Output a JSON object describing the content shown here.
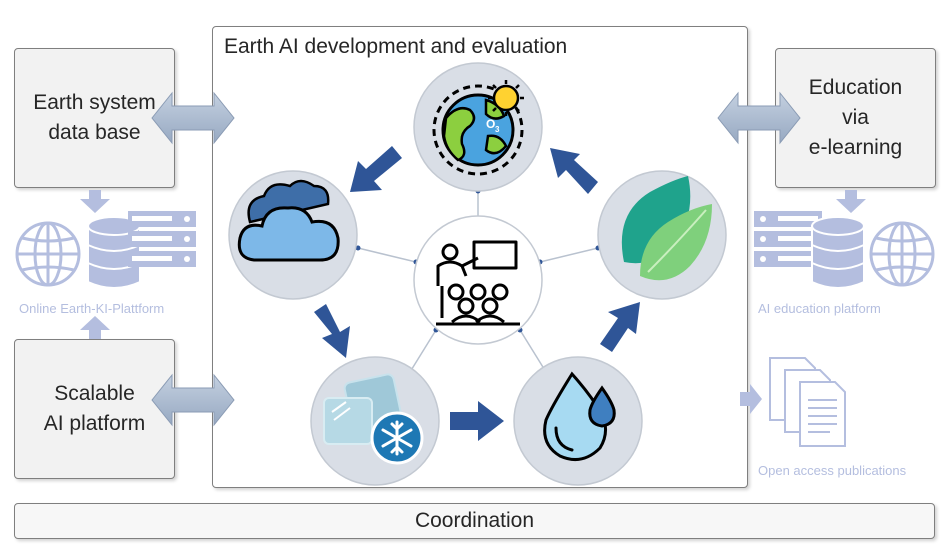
{
  "title": "Earth AI development and evaluation",
  "left": {
    "top_box": "Earth system\ndata base",
    "bottom_box": "Scalable\nAI platform",
    "platform_label": "Online Earth-KI-Plattform"
  },
  "right": {
    "top_box": "Education\nvia\ne-learning",
    "platform_label": "AI education platform",
    "publications_label": "Open access publications"
  },
  "footer": "Coordination",
  "colors": {
    "arrow_blue": "#2f5597",
    "circle_bg": "#d9dee6",
    "faded_blue": "#b4bedf",
    "double_arrow": "#a9b9d0"
  },
  "icons": [
    "earth-sun-ozone-icon",
    "cloud-icon",
    "ice-snowflake-icon",
    "water-drop-icon",
    "leaf-icon",
    "group-presentation-icon",
    "globe-icon",
    "database-icon",
    "server-rack-icon",
    "documents-icon"
  ]
}
